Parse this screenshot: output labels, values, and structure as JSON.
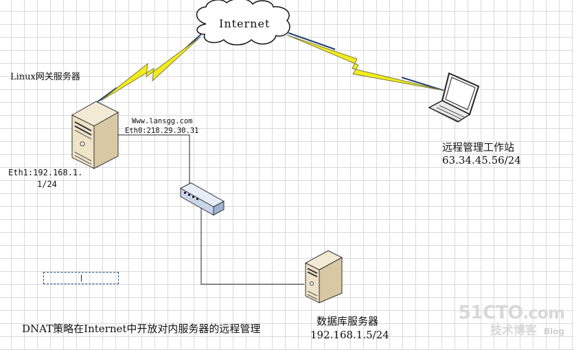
{
  "cloud": {
    "label": "Internet"
  },
  "gateway": {
    "title": "Linux网关服务器",
    "domain": "Www.lansgg.com",
    "eth0": "Eth0:218.29.30.31",
    "eth1_line1": "Eth1:192.168.1.",
    "eth1_line2": "1/24"
  },
  "workstation": {
    "title": "远程管理工作站",
    "ip": "63.34.45.56/24"
  },
  "db_server": {
    "title": "数据库服务器",
    "ip": "192.168.1.5/24"
  },
  "caption": "DNAT策略在Internet中开放对内服务器的远程管理",
  "watermark": {
    "brand": "51CTO",
    "suffix": ".com",
    "sub": "技术博客",
    "blog": "Blog"
  },
  "colors": {
    "bolt": "#f2ec1e",
    "bolt_stroke": "#7a7a3a",
    "link": "#1f3f6e",
    "server_body": "#efe3c8",
    "server_front": "#d9c8a4"
  }
}
